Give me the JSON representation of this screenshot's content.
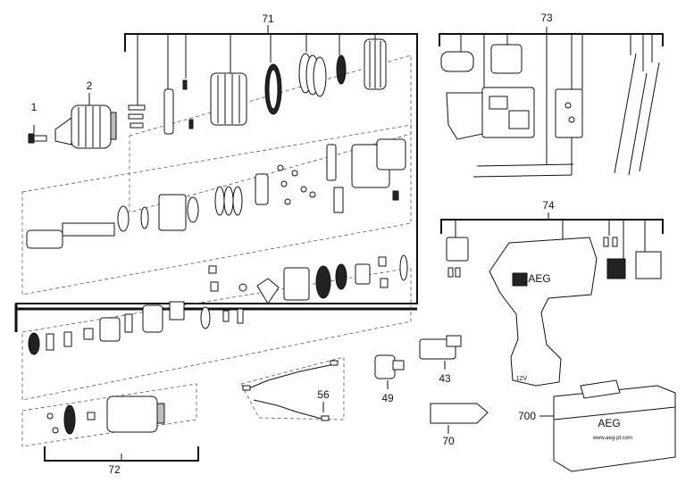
{
  "labels": {
    "p1": "1",
    "p2": "2",
    "p71": "71",
    "p73": "73",
    "p74": "74",
    "p72": "72",
    "p56": "56",
    "p49": "49",
    "p43": "43",
    "p70": "70",
    "p700": "700"
  },
  "product": {
    "brand_mark": "AEG",
    "case_brand_mark": "AEG",
    "case_url": "www.aeg-pt.com",
    "voltage_mark": "12V"
  }
}
